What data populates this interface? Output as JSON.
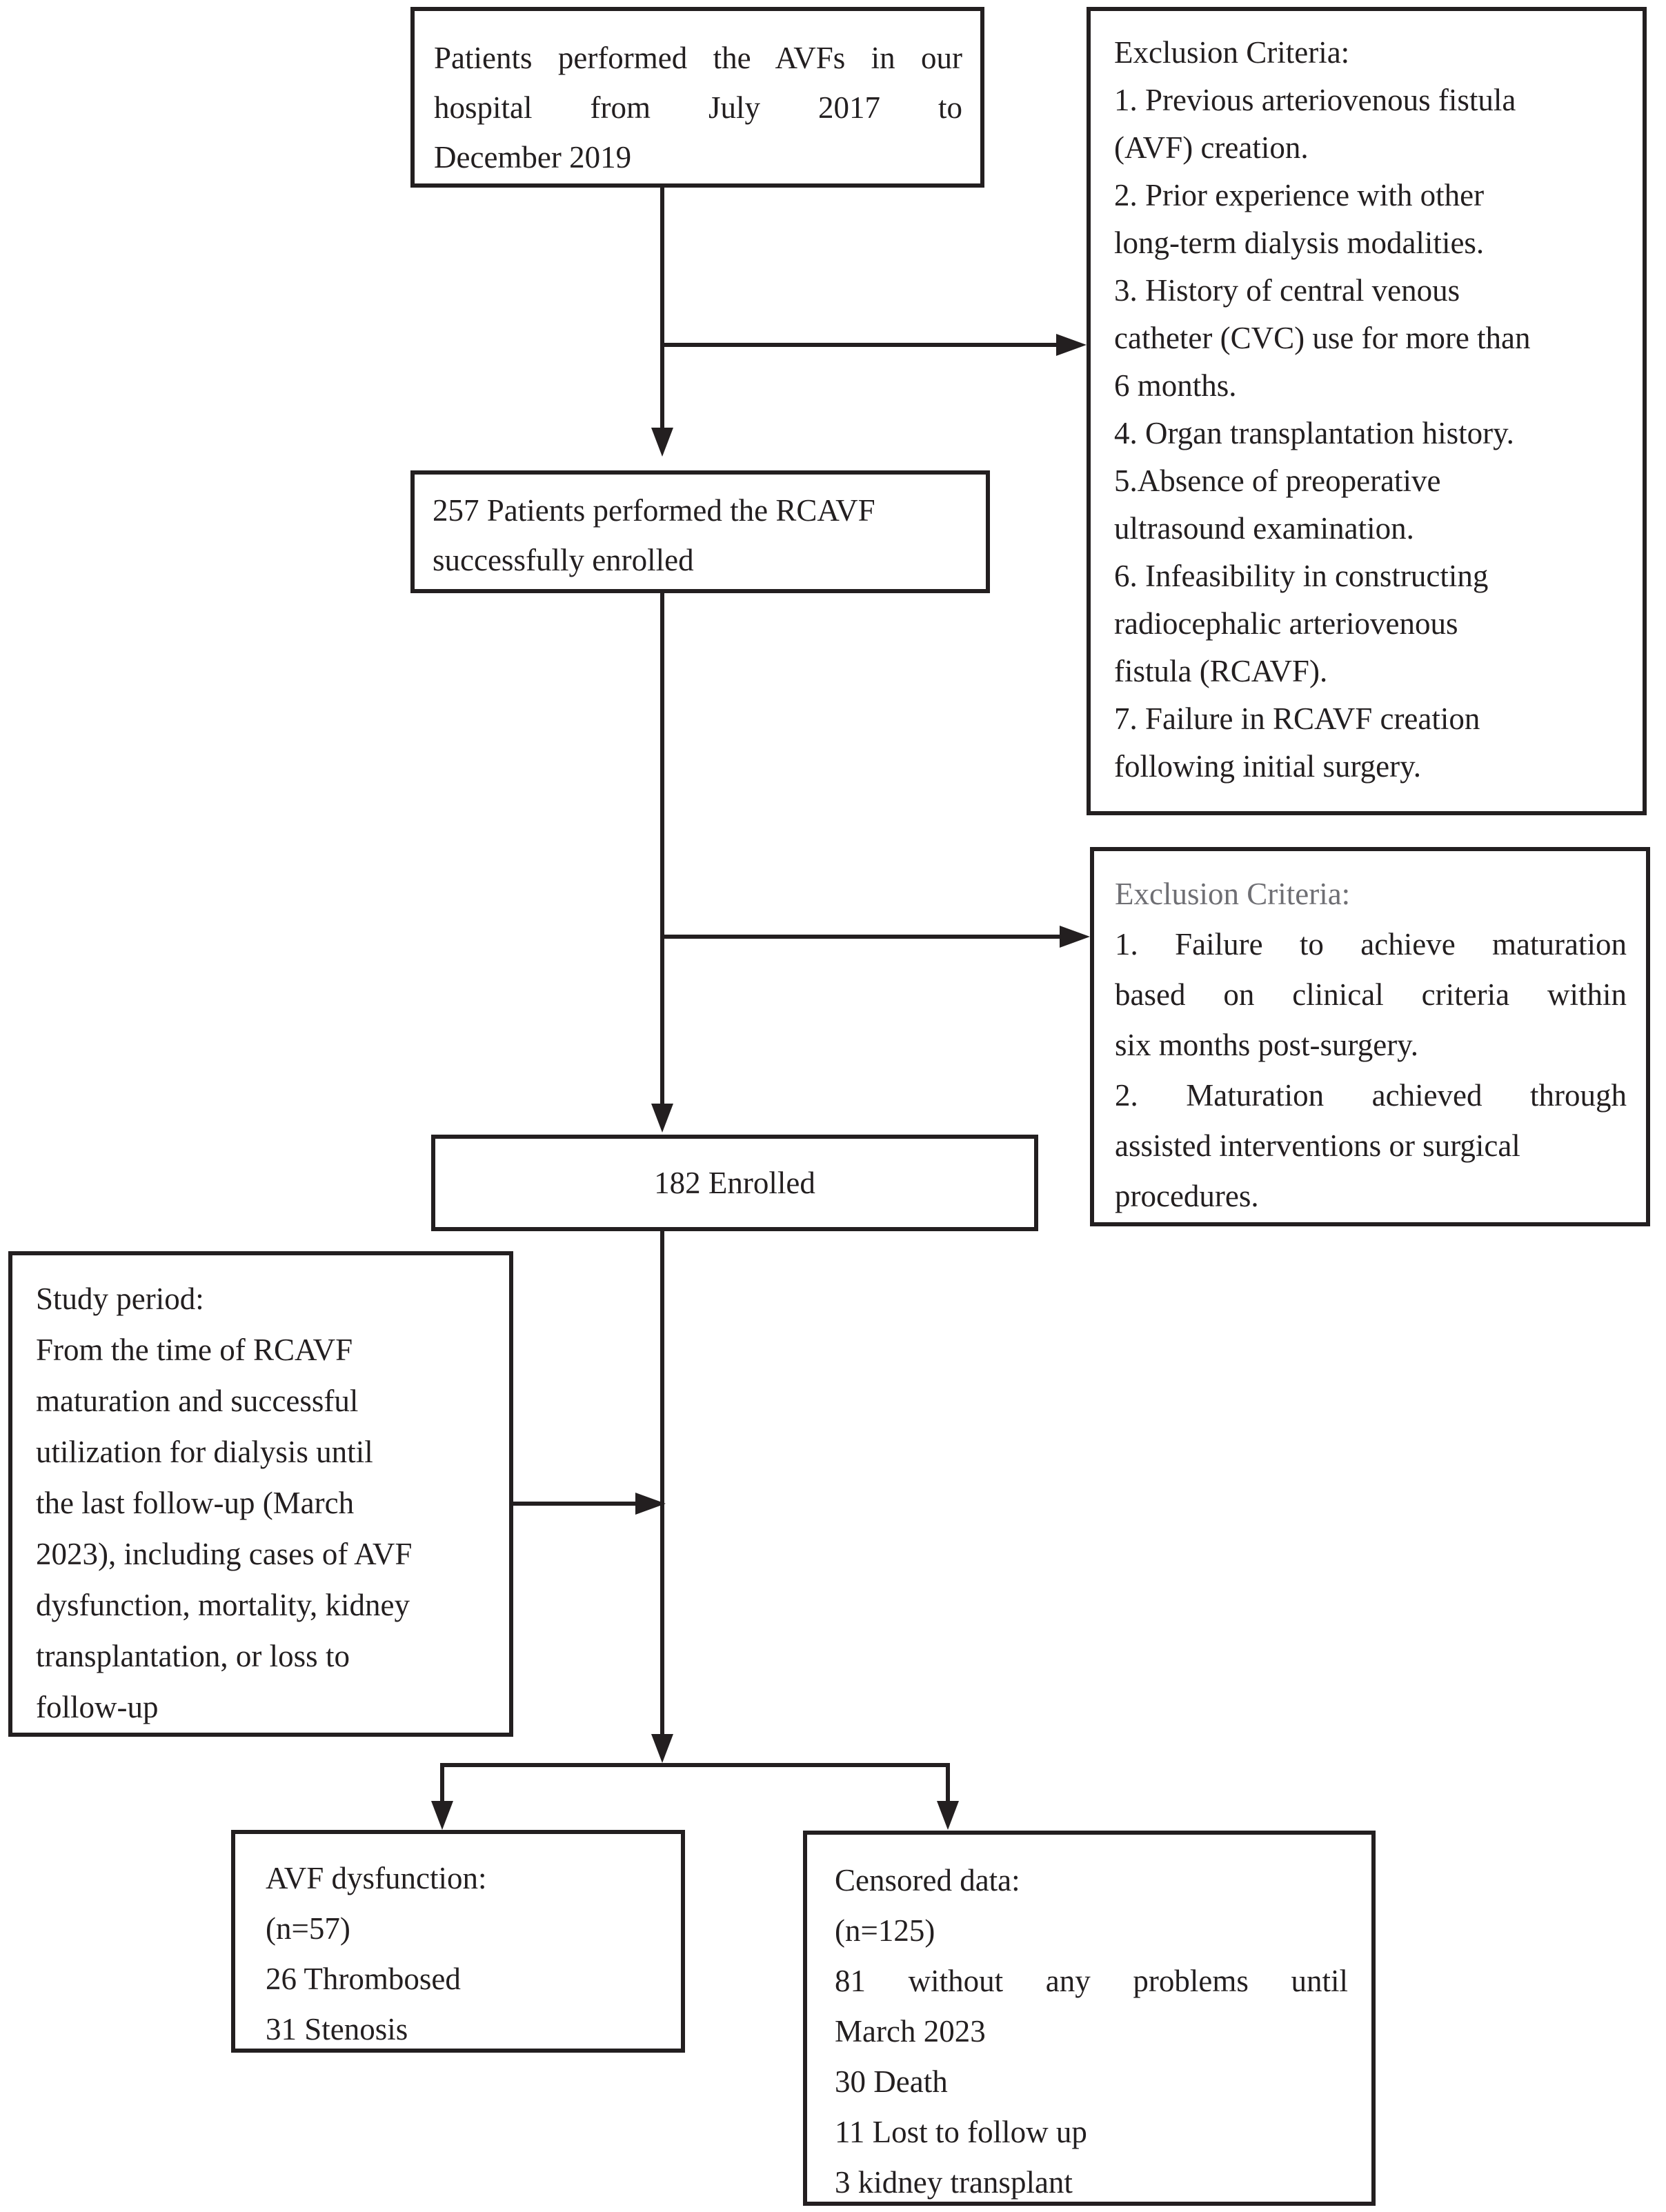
{
  "colors": {
    "ink": "#231f20",
    "gray_heading": "#6f6f74",
    "background": "#ffffff"
  },
  "boxes": {
    "source": {
      "lines": [
        {
          "text": "Patients performed the AVFs in our",
          "justify": true
        },
        {
          "text": "hospital from July 2017 to",
          "justify": true
        },
        {
          "text": "December 2019"
        }
      ]
    },
    "exclusion1": {
      "lines": [
        {
          "text": "Exclusion Criteria:"
        },
        {
          "text": "1. Previous arteriovenous fistula"
        },
        {
          "text": "(AVF) creation."
        },
        {
          "text": "2. Prior experience with other"
        },
        {
          "text": "long-term dialysis modalities."
        },
        {
          "text": "3. History of central venous"
        },
        {
          "text": "catheter (CVC) use for more than"
        },
        {
          "text": "6 months."
        },
        {
          "text": "4. Organ transplantation history."
        },
        {
          "text": "5.Absence of preoperative"
        },
        {
          "text": "ultrasound examination."
        },
        {
          "text": "6. Infeasibility in constructing"
        },
        {
          "text": "radiocephalic arteriovenous"
        },
        {
          "text": "fistula (RCAVF)."
        },
        {
          "text": "7. Failure in RCAVF creation"
        },
        {
          "text": "following initial surgery."
        }
      ]
    },
    "enrolled257": {
      "lines": [
        {
          "text": "257 Patients performed the RCAVF"
        },
        {
          "text": "successfully enrolled"
        }
      ]
    },
    "exclusion2": {
      "lines": [
        {
          "text": "Exclusion Criteria:",
          "gray": true
        },
        {
          "text": "1.  Failure to achieve maturation",
          "justify": true
        },
        {
          "text": "based on clinical criteria within",
          "justify": true
        },
        {
          "text": "six months post-surgery."
        },
        {
          "text": "2.  Maturation achieved through",
          "justify": true
        },
        {
          "text": "assisted interventions or surgical"
        },
        {
          "text": "procedures."
        }
      ]
    },
    "enrolled182": {
      "label": "182 Enrolled"
    },
    "study": {
      "lines": [
        {
          "text": "Study period:"
        },
        {
          "text": "From the time of RCAVF"
        },
        {
          "text": "maturation and successful"
        },
        {
          "text": "utilization for dialysis until"
        },
        {
          "text": "the last follow-up (March"
        },
        {
          "text": "2023), including cases of AVF"
        },
        {
          "text": "dysfunction, mortality, kidney"
        },
        {
          "text": "transplantation, or loss to"
        },
        {
          "text": "follow-up"
        }
      ]
    },
    "avf_dysfunction": {
      "lines": [
        {
          "text": "AVF dysfunction:"
        },
        {
          "text": "(n=57)"
        },
        {
          "text": "26 Thrombosed"
        },
        {
          "text": "31 Stenosis"
        }
      ]
    },
    "censored": {
      "lines": [
        {
          "text": "Censored data:"
        },
        {
          "text": "(n=125)"
        },
        {
          "text": "81 without any problems until",
          "justify": true
        },
        {
          "text": "March 2023"
        },
        {
          "text": "30 Death"
        },
        {
          "text": "11 Lost to follow up"
        },
        {
          "text": "3 kidney transplant"
        }
      ]
    }
  }
}
